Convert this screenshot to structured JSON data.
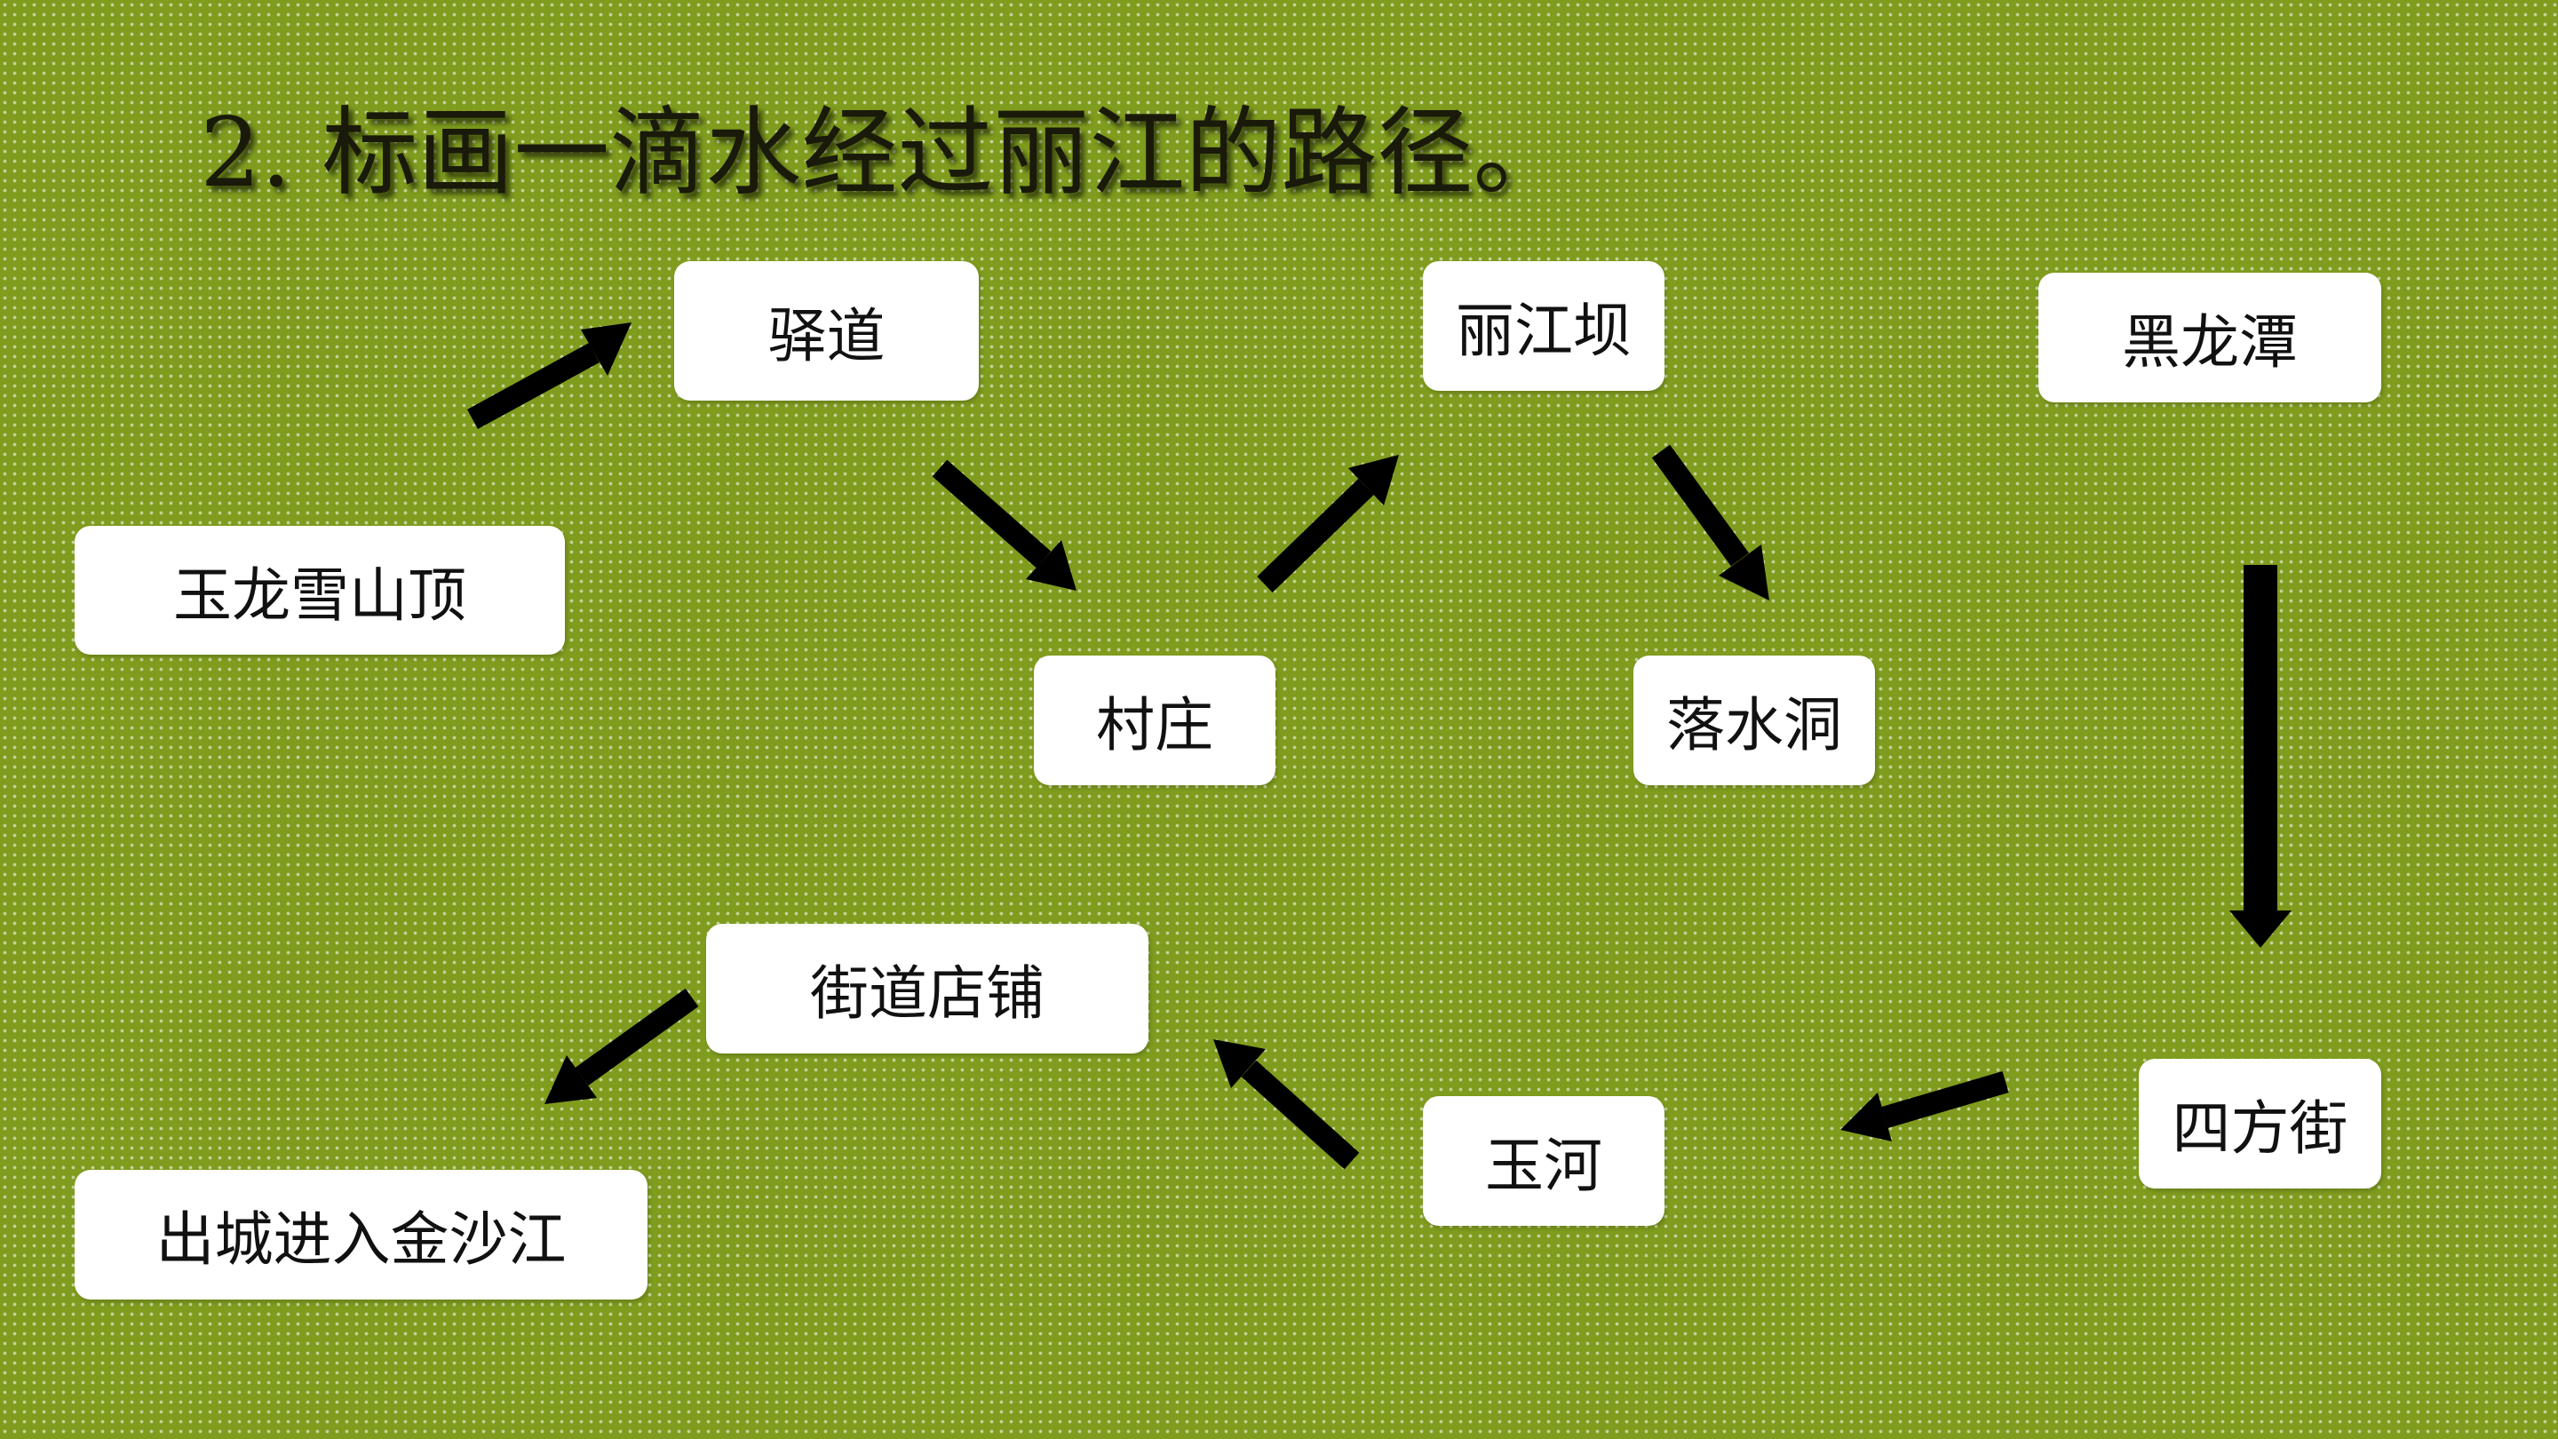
{
  "title": "2. 标画一滴水经过丽江的路径。",
  "colors": {
    "background": "#7f9c1e",
    "node_fill": "#ffffff",
    "arrow": "#000000",
    "text": "#111111"
  },
  "nodes": {
    "yulong_snow_peak": "玉龙雪山顶",
    "post_road": "驿道",
    "village": "村庄",
    "lijiang_dam": "丽江坝",
    "sinkhole": "落水洞",
    "black_dragon_pool": "黑龙潭",
    "sifang_street": "四方街",
    "jade_river": "玉河",
    "street_shops": "街道店铺",
    "jinsha_river_exit": "出城进入金沙江"
  }
}
